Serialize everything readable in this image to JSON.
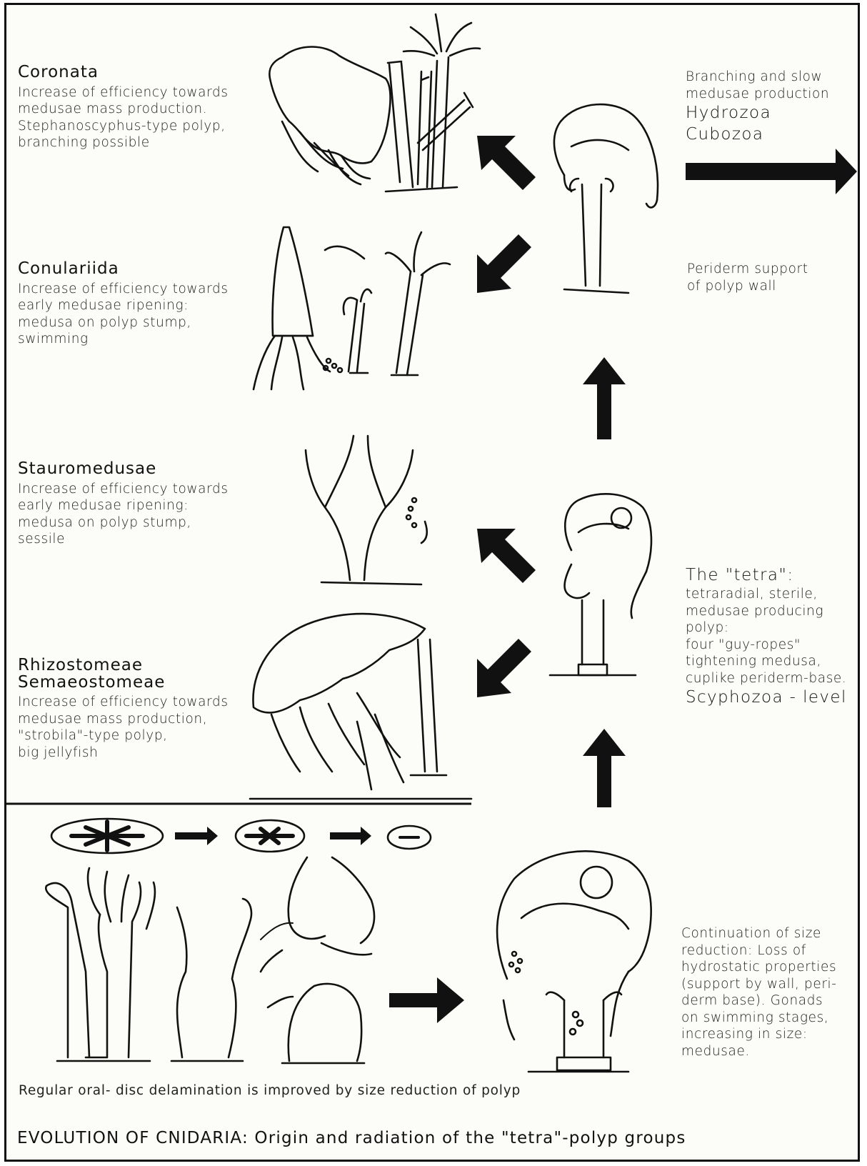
{
  "groups": {
    "coronata": {
      "title": "Coronata",
      "lines": [
        "Increase of efficiency towards",
        "medusae mass production.",
        "Stephanoscyphus-type polyp,",
        "branching  possible"
      ]
    },
    "conulariida": {
      "title": "Conulariida",
      "lines": [
        "Increase of efficiency towards",
        "early medusae ripening:",
        "medusa  on  polyp stump,",
        "swimming"
      ]
    },
    "stauromedusae": {
      "title": "Stauromedusae",
      "lines": [
        "Increase of efficiency towards",
        "early medusae ripening:",
        "medusa  on  polyp stump,",
        "sessile"
      ]
    },
    "rhizostomeae": {
      "title1": "Rhizostomeae",
      "title2": "Semaeostomeae",
      "lines": [
        "Increase of efficiency towards",
        "medusae mass production,",
        "\"strobila\"-type polyp,",
        " big  jellyfish"
      ]
    }
  },
  "right": {
    "hydrozoa": {
      "lines": [
        "Branching and slow",
        "medusae production"
      ],
      "taxa": [
        "Hydrozoa",
        "Cubozoa"
      ]
    },
    "periderm": [
      "Periderm  support",
      "of  polyp  wall"
    ],
    "tetra": {
      "title": "The  \"tetra\":",
      "lines": [
        "tetraradial, sterile,",
        "medusae producing",
        "polyp:",
        "four  \"guy-ropes\"",
        "tightening medusa,",
        "cuplike periderm-base."
      ],
      "level": "Scyphozoa - level"
    },
    "continuation": [
      "Continuation of size",
      "reduction: Loss of",
      "hydrostatic properties",
      "(support  by wall, peri-",
      "derm base). Gonads",
      "on swimming stages,",
      "increasing  in size:",
      "medusae."
    ]
  },
  "caption": "Regular   oral- disc delamination  is improved   by size reduction of polyp",
  "footer": "EVOLUTION OF CNIDARIA: Origin and radiation of the \"tetra\"-polyp groups",
  "colors": {
    "ink": "#111111",
    "paper": "#fcfcf8"
  }
}
